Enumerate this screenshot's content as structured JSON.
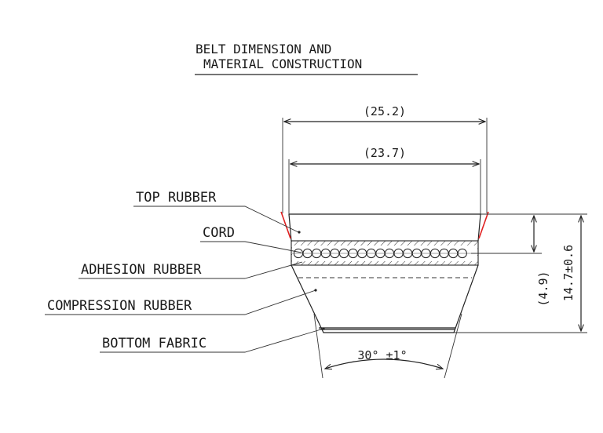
{
  "title": {
    "line1": "BELT DIMENSION AND",
    "line2": "MATERIAL CONSTRUCTION"
  },
  "labels": {
    "top_rubber": "TOP RUBBER",
    "cord": "CORD",
    "adhesion_rubber": "ADHESION RUBBER",
    "compression_rubber": "COMPRESSION RUBBER",
    "bottom_fabric": "BOTTOM FABRIC"
  },
  "dimensions": {
    "top_width": "(25.2)",
    "pitch_width": "(23.7)",
    "cord_depth": "(4.9)",
    "total_height": "14.7±0.6",
    "angle": "30° ±1°"
  },
  "colors": {
    "line": "#222222",
    "accent": "#e02020"
  }
}
